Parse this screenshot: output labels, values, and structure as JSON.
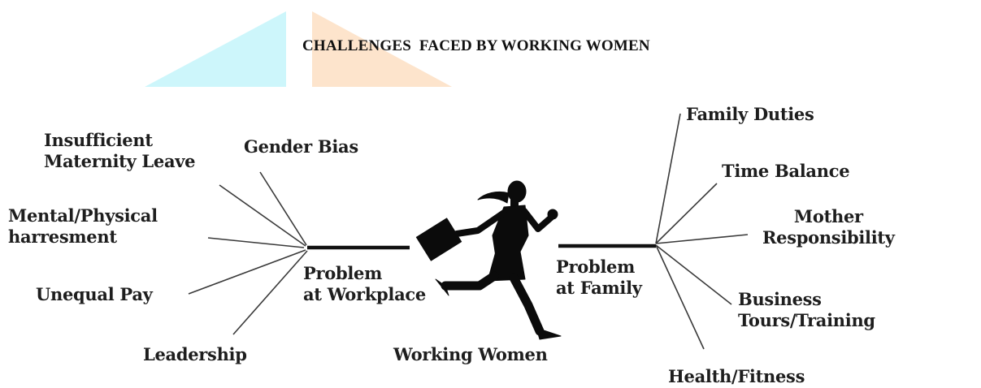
{
  "title": "CHALLENGES  FACED BY WORKING WOMEN",
  "center": {
    "label": "Working Women",
    "figure_icon": "running-businesswoman-silhouette"
  },
  "branches": {
    "workplace": {
      "hub_label": "Problem\nat Workplace",
      "items": [
        "Insufficient\nMaternity Leave",
        "Gender Bias",
        "Mental/Physical\nharresment",
        "Unequal Pay",
        "Leadership"
      ]
    },
    "family": {
      "hub_label": "Problem\nat Family",
      "items": [
        "Family Duties",
        "Time Balance",
        "Mother\nResponsibility",
        "Business\nTours/Training",
        "Health/Fitness"
      ]
    }
  },
  "colors": {
    "text": "#1e1e1e",
    "line": "#2a2a2a",
    "watermark_cyan": "#cdf6fb",
    "watermark_orange": "#fde4cc"
  }
}
